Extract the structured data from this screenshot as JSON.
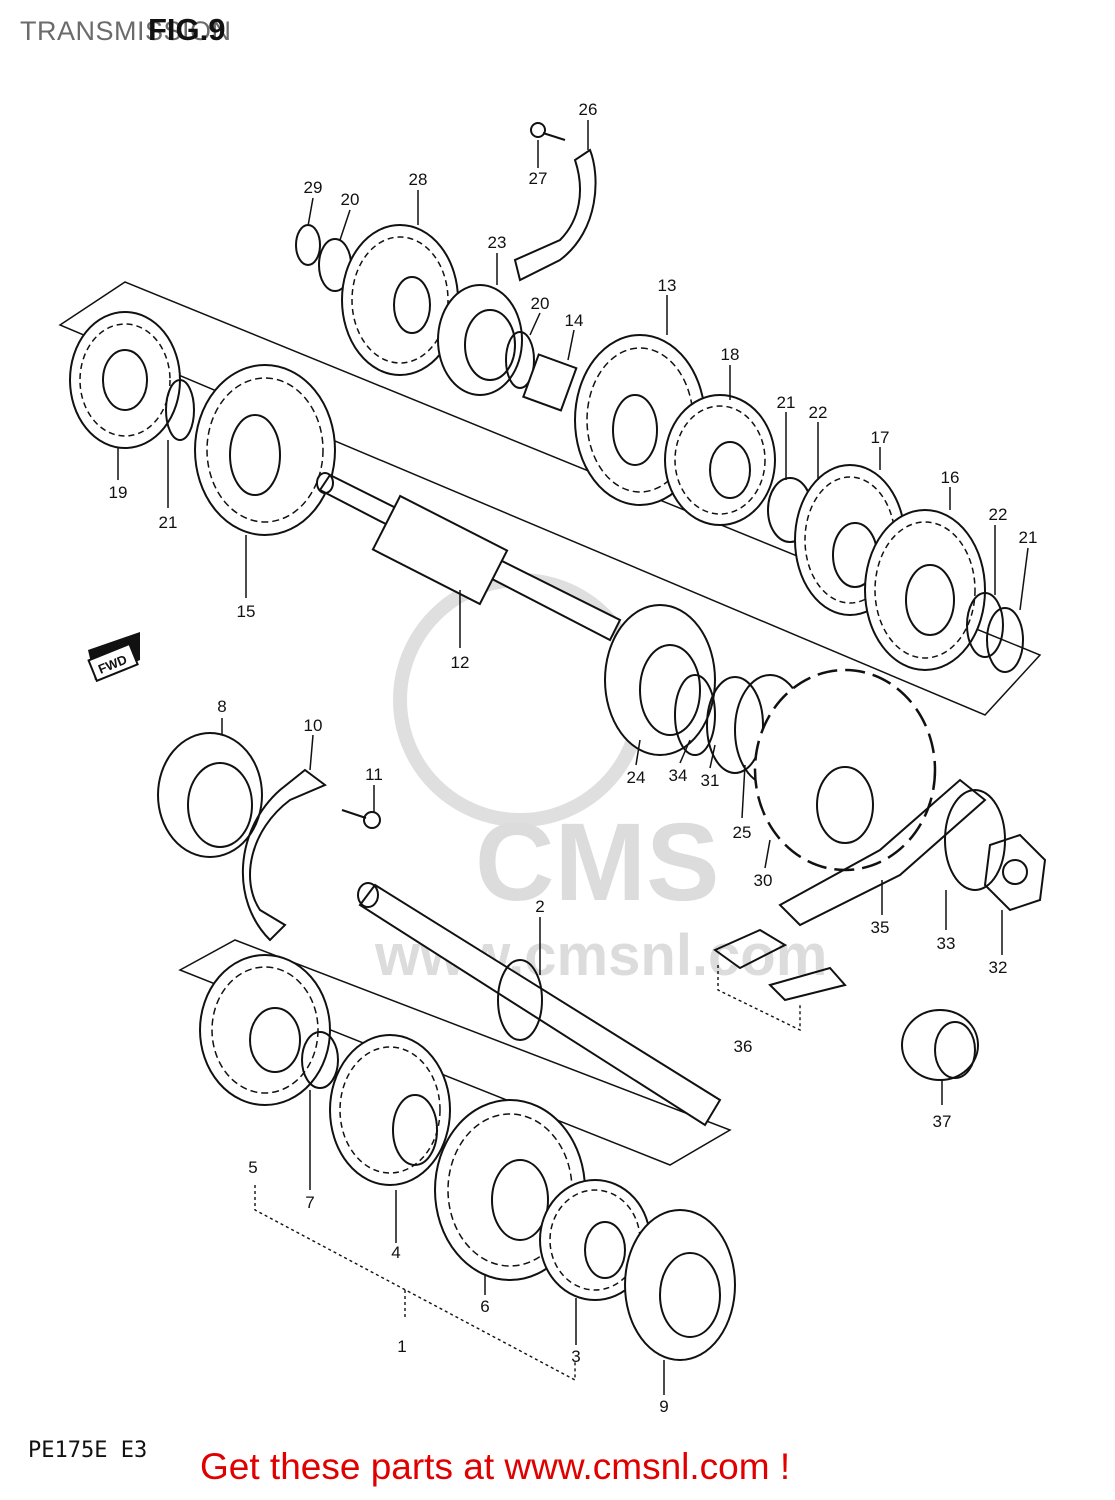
{
  "header": {
    "section_title": "TRANSMISSION",
    "figure_label": "FIG.9"
  },
  "footer": {
    "model_code": "PE175E E3",
    "cta": "Get these parts at www.cmsnl.com !"
  },
  "watermark": {
    "brand": "CMS",
    "url": "www.cmsnl.com"
  },
  "fwd_marker": "FWD",
  "callouts": [
    {
      "id": "1",
      "label": "1"
    },
    {
      "id": "2",
      "label": "2"
    },
    {
      "id": "3",
      "label": "3"
    },
    {
      "id": "4",
      "label": "4"
    },
    {
      "id": "5",
      "label": "5"
    },
    {
      "id": "6",
      "label": "6"
    },
    {
      "id": "7",
      "label": "7"
    },
    {
      "id": "8",
      "label": "8"
    },
    {
      "id": "9",
      "label": "9"
    },
    {
      "id": "10",
      "label": "10"
    },
    {
      "id": "11",
      "label": "11"
    },
    {
      "id": "12",
      "label": "12"
    },
    {
      "id": "13",
      "label": "13"
    },
    {
      "id": "14",
      "label": "14"
    },
    {
      "id": "15",
      "label": "15"
    },
    {
      "id": "16",
      "label": "16"
    },
    {
      "id": "17",
      "label": "17"
    },
    {
      "id": "18",
      "label": "18"
    },
    {
      "id": "19",
      "label": "19"
    },
    {
      "id": "20a",
      "label": "20"
    },
    {
      "id": "20b",
      "label": "20"
    },
    {
      "id": "21a",
      "label": "21"
    },
    {
      "id": "21b",
      "label": "21"
    },
    {
      "id": "21c",
      "label": "21"
    },
    {
      "id": "22a",
      "label": "22"
    },
    {
      "id": "22b",
      "label": "22"
    },
    {
      "id": "23",
      "label": "23"
    },
    {
      "id": "24",
      "label": "24"
    },
    {
      "id": "25",
      "label": "25"
    },
    {
      "id": "26",
      "label": "26"
    },
    {
      "id": "27",
      "label": "27"
    },
    {
      "id": "28",
      "label": "28"
    },
    {
      "id": "29",
      "label": "29"
    },
    {
      "id": "30",
      "label": "30"
    },
    {
      "id": "31",
      "label": "31"
    },
    {
      "id": "32",
      "label": "32"
    },
    {
      "id": "33",
      "label": "33"
    },
    {
      "id": "34",
      "label": "34"
    },
    {
      "id": "35",
      "label": "35"
    },
    {
      "id": "36",
      "label": "36"
    },
    {
      "id": "37",
      "label": "37"
    }
  ]
}
